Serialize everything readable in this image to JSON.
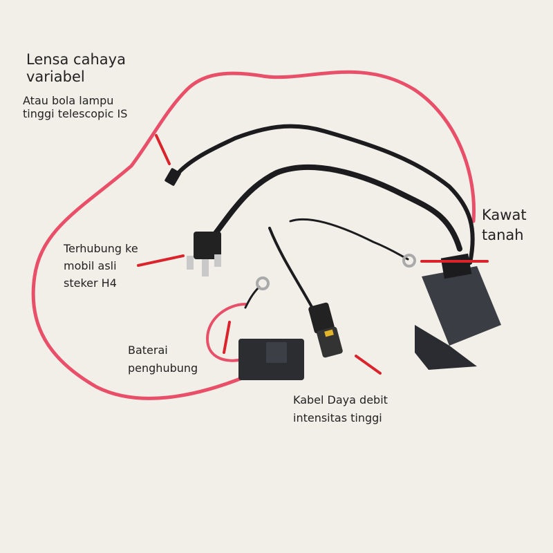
{
  "labels": {
    "lens": {
      "line1": "Lensa cahaya",
      "line2": "variabel"
    },
    "bulb": {
      "line1": "Atau bola lampu",
      "line2": "tinggi telescopic IS"
    },
    "h4": {
      "line1": "Terhubung ke",
      "line2": "mobil asli",
      "line3": "steker H4"
    },
    "ground": {
      "line1": "Kawat",
      "line2": "tanah"
    },
    "battery": {
      "line1": "Baterai",
      "line2": "penghubung"
    },
    "power": {
      "line1": "Kabel Daya debit",
      "line2": "intensitas tinggi"
    }
  },
  "colors": {
    "background": "#f2eee8",
    "red_wire": "#e8506a",
    "black_wire": "#1c1c1e",
    "marker": "#d9242c"
  }
}
